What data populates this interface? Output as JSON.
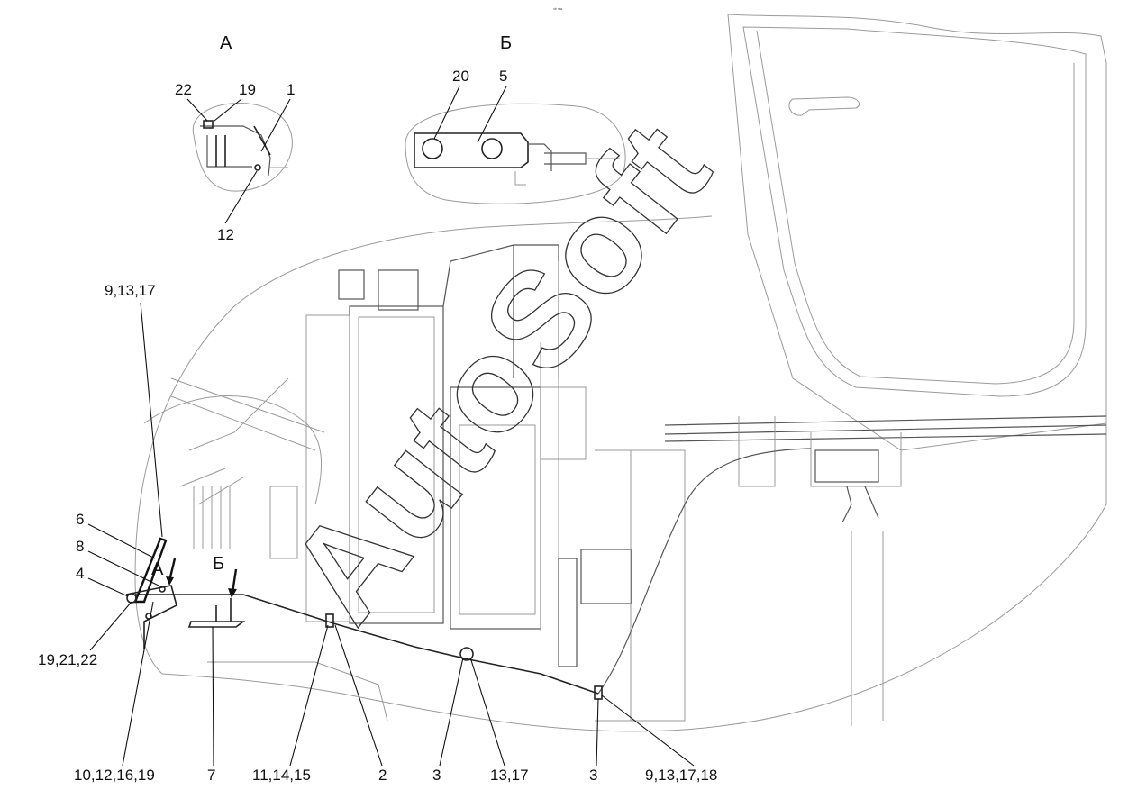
{
  "views": {
    "a": "А",
    "b": "Б"
  },
  "callouts": {
    "top_a_22": "22",
    "top_a_19": "19",
    "top_a_1": "1",
    "top_a_12": "12",
    "top_b_20": "20",
    "top_b_5": "5",
    "left_9_13_17": "9,13,17",
    "left_6": "6",
    "left_8": "8",
    "left_4": "4",
    "left_19_21_22": "19,21,22",
    "marker_a": "А",
    "marker_b": "Б",
    "bottom_10_12_16_19": "10,12,16,19",
    "bottom_7": "7",
    "bottom_11_14_15": "11,14,15",
    "bottom_2": "2",
    "bottom_3a": "3",
    "bottom_13_17": "13,17",
    "bottom_3b": "3",
    "bottom_9_13_17_18": "9,13,17,18"
  },
  "watermark": "AutoSoft",
  "corner_mark": "ᵒᵇ ˢˢˢ"
}
